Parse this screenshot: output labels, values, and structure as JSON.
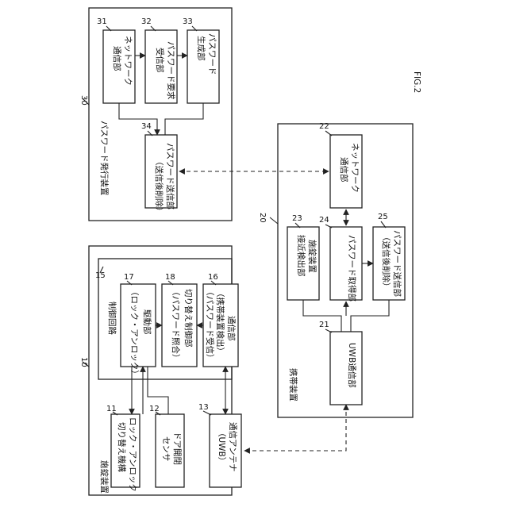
{
  "figure_label": "FIG.2",
  "devices": {
    "lock_device": {
      "ref": "10",
      "label": "施錠装置",
      "control_circuit": {
        "ref": "15",
        "label": "制御回路"
      },
      "blocks": [
        {
          "ref": "11",
          "line1": "ロック・アンロック",
          "line2": "切り替え機構"
        },
        {
          "ref": "12",
          "line1": "ドア開閉",
          "line2": "センサ"
        },
        {
          "ref": "13",
          "line1": "通信アンテナ",
          "line2": "（UWB）"
        },
        {
          "ref": "17",
          "line1": "駆動部",
          "line2": "（ロック・アンロック）"
        },
        {
          "ref": "18",
          "line1": "切り替え制御部",
          "line2": "（パスワード照合）"
        },
        {
          "ref": "16",
          "line1": "通信部",
          "line2": "（携帯装置検出）",
          "line3": "（パスワード受信）"
        }
      ]
    },
    "portable_device": {
      "ref": "20",
      "label": "携帯装置",
      "blocks": [
        {
          "ref": "21",
          "line1": "UWB通信部"
        },
        {
          "ref": "22",
          "line1": "ネットワーク",
          "line2": "通信部"
        },
        {
          "ref": "23",
          "line1": "施錠装置",
          "line2": "接近検出部"
        },
        {
          "ref": "24",
          "line1": "パスワード取得部"
        },
        {
          "ref": "25",
          "line1": "パスワード送信部",
          "line2": "（送信後削除）"
        }
      ]
    },
    "password_issuer": {
      "ref": "30",
      "label": "パスワード発行装置",
      "blocks": [
        {
          "ref": "31",
          "line1": "ネットワーク",
          "line2": "通信部"
        },
        {
          "ref": "32",
          "line1": "パスワード要求",
          "line2": "受信部"
        },
        {
          "ref": "33",
          "line1": "パスワード",
          "line2": "生成部"
        },
        {
          "ref": "34",
          "line1": "パスワード送信部",
          "line2": "（送信後削除）"
        }
      ]
    }
  }
}
